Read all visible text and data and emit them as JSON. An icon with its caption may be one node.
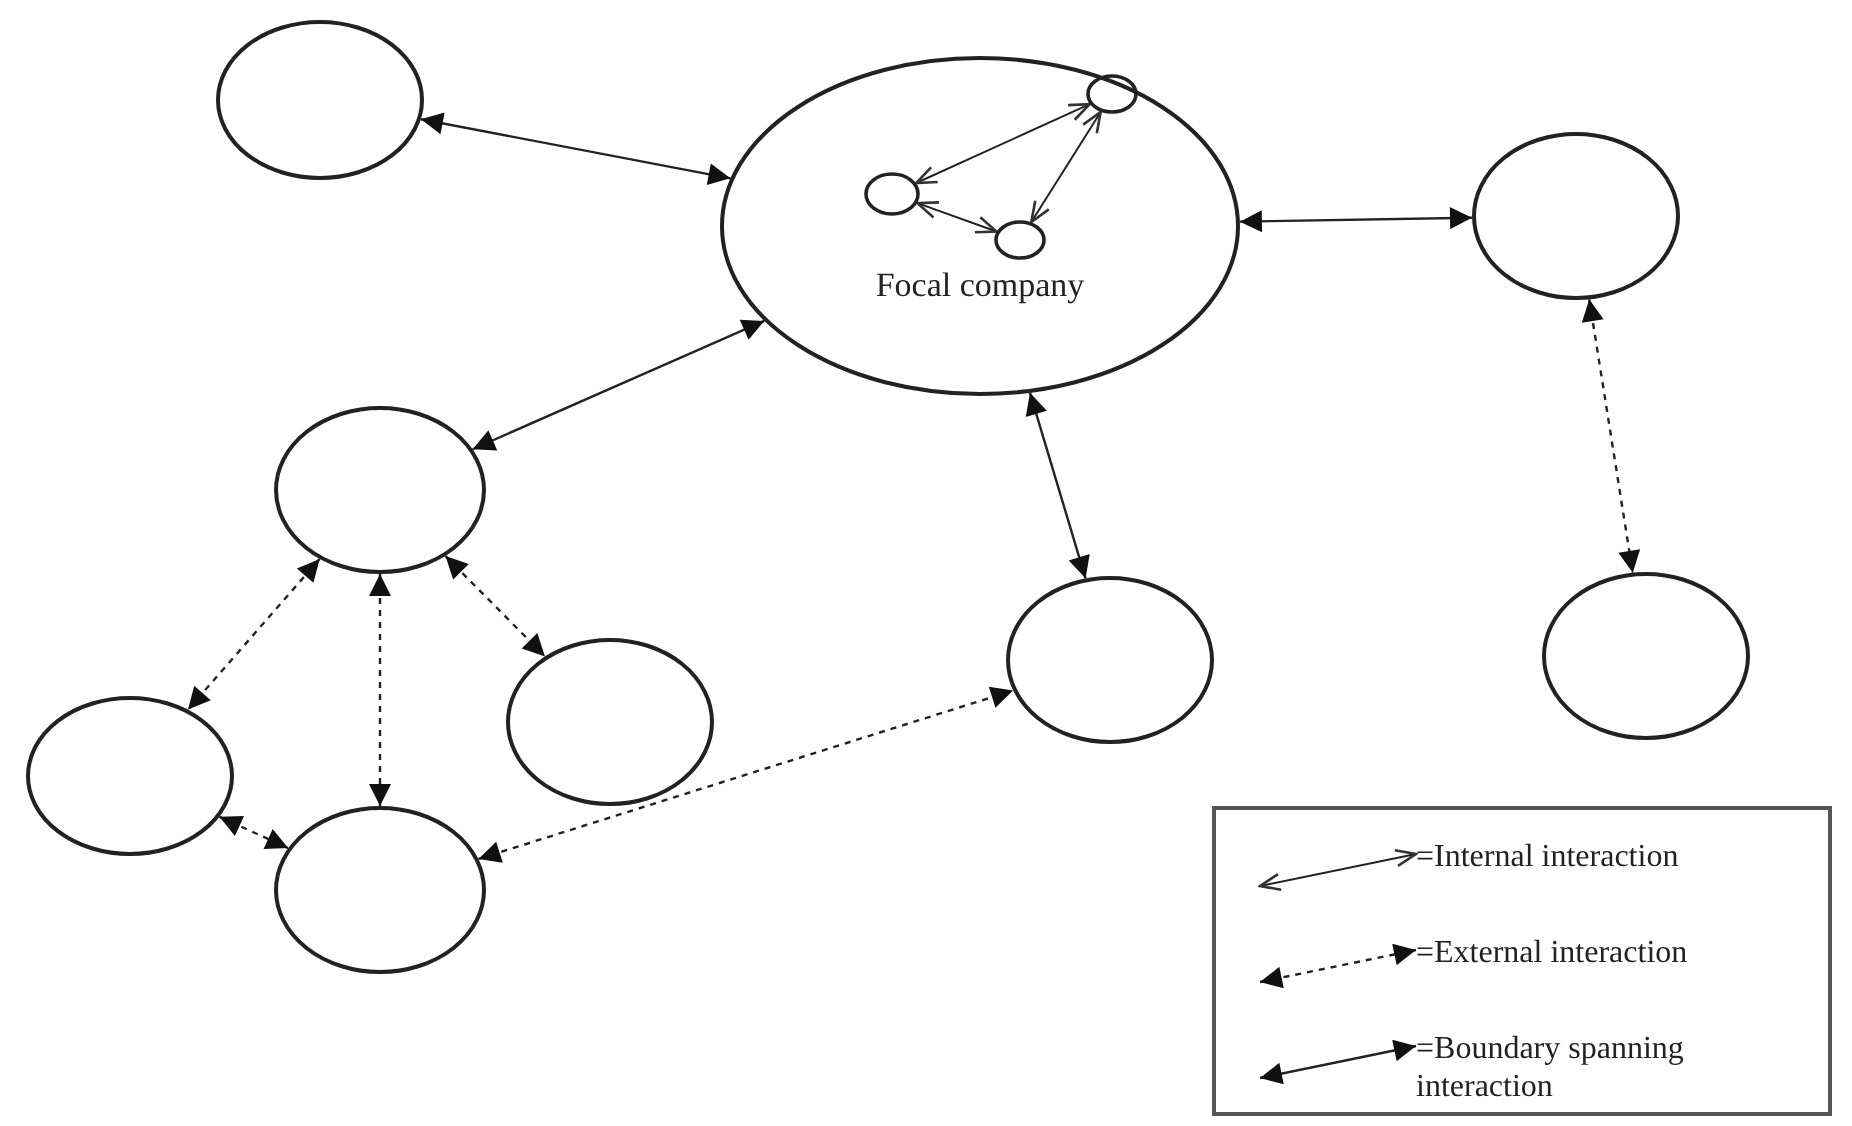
{
  "diagram": {
    "nodes": [
      {
        "text": [
          "Focal company"
        ]
      },
      {
        "text": [],
        "shape": "circle",
        "in": 0
      },
      {
        "text": [],
        "shape": "circle",
        "in": 0
      },
      {
        "text": [],
        "shape": "circle",
        "in": 0
      },
      {
        "text": [],
        "shape": "circle"
      },
      {
        "text": [],
        "shape": "circle"
      },
      {
        "text": [],
        "shape": "circle"
      },
      {
        "text": [],
        "shape": "circle"
      },
      {
        "text": [],
        "shape": "circle"
      },
      {
        "text": [],
        "shape": "circle"
      },
      {
        "text": [],
        "shape": "circle"
      },
      {
        "text": [],
        "shape": "circle"
      }
    ],
    "edges": [
      {
        "from": 1,
        "to": 2,
        "arrow": "both"
      },
      {
        "from": 1,
        "to": 3,
        "arrow": "both"
      },
      {
        "from": 3,
        "to": 2,
        "arrow": "both"
      },
      {
        "from": 4,
        "to": 0,
        "arrow": "both"
      },
      {
        "from": 0,
        "to": 5,
        "arrow": "both"
      },
      {
        "from": 0,
        "to": 8,
        "arrow": "both"
      },
      {
        "from": 0,
        "to": 6,
        "arrow": "both"
      },
      {
        "from": 6,
        "to": 7,
        "arrow": "both",
        "style": "dashed"
      },
      {
        "from": 5,
        "to": 10,
        "arrow": "both",
        "style": "dashed"
      },
      {
        "from": 5,
        "to": 11,
        "arrow": "both",
        "style": "dashed"
      },
      {
        "from": 5,
        "to": 9,
        "arrow": "both",
        "style": "dashed"
      },
      {
        "from": 10,
        "to": 11,
        "arrow": "both",
        "style": "dashed"
      },
      {
        "from": 11,
        "to": 8,
        "arrow": "both",
        "style": "dashed"
      }
    ],
    "legend": [
      {
        "text": "=Internal interaction"
      },
      {
        "text": "=External interaction"
      },
      {
        "text": "=Boundary spanning interaction"
      }
    ]
  }
}
